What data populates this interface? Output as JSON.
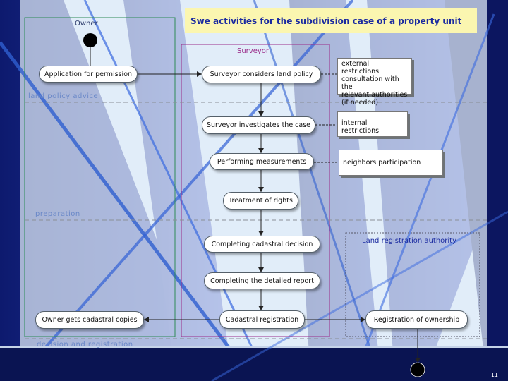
{
  "title": "Swe activities for the subdivision case of a property unit",
  "lanes": {
    "owner": "Owner",
    "surveyor": "Surveyor",
    "registration": "Land registration authority"
  },
  "phases": {
    "land_policy": "land policy advice",
    "preparation": "preparation",
    "decision": "decision and registration"
  },
  "activities": {
    "application": "Application for permission",
    "considers": "Surveyor considers land policy",
    "investigates": "Surveyor investigates the case",
    "measurements": "Performing measurements",
    "rights": "Treatment of rights",
    "completing_decision": "Completing cadastral decision",
    "completing_report": "Completing the detailed report",
    "cadastral_registration": "Cadastral registration",
    "copies": "Owner gets cadastral copies",
    "ownership": "Registration of ownership"
  },
  "notes": {
    "external": [
      "external restrictions",
      "consultation with the",
      "relevant authorities",
      "(if needed)"
    ],
    "internal": "internal restrictions",
    "neighbors": "neighbors participation"
  },
  "page_number": "11",
  "colors": {
    "background": "#dbe9f7",
    "title_fill": "#fbf6b0",
    "title_text": "#1a2aa0",
    "surveyor_lane": "#9b2d8a",
    "owner_lane": "#2e8b57"
  }
}
